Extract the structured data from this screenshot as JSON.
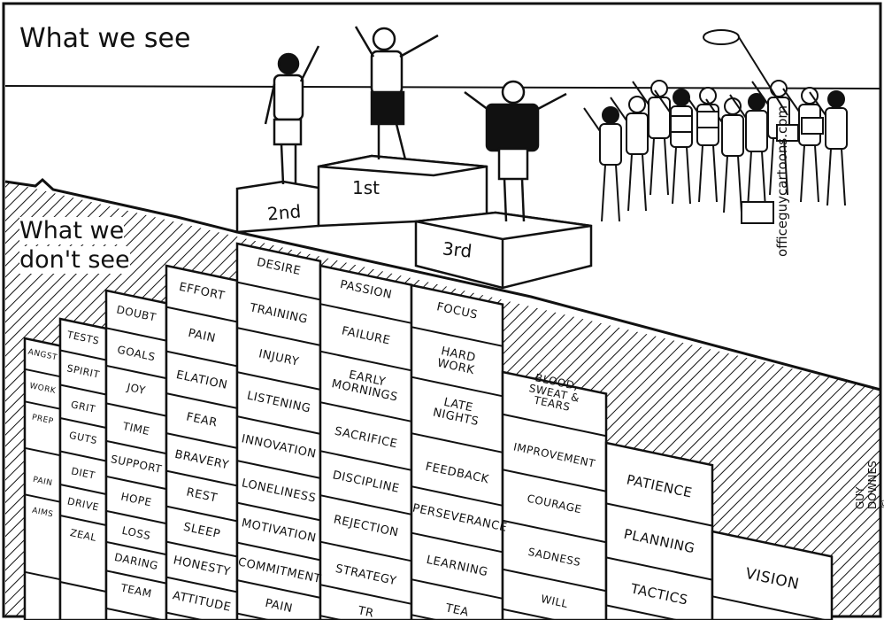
{
  "captions": {
    "top": "What we see",
    "bottom_line1": "What we",
    "bottom_line2": "don't see",
    "place_1": "1st",
    "place_2": "2nd",
    "place_3": "3rd",
    "website": "officeguycartoons.com",
    "signature": "GUY DOWNES ©"
  },
  "columns": [
    {
      "name": "col-a",
      "words": [
        "Angst",
        "Work",
        "Prep",
        "Pain",
        "Aims"
      ]
    },
    {
      "name": "col-b",
      "words": [
        "Tests",
        "Spirit",
        "Grit",
        "Guts",
        "Diet",
        "Drive",
        "Zeal"
      ]
    },
    {
      "name": "col-c",
      "words": [
        "Doubt",
        "Goals",
        "Joy",
        "Time",
        "Support",
        "Hope",
        "Loss",
        "Daring",
        "Team"
      ]
    },
    {
      "name": "col-d",
      "words": [
        "Effort",
        "Pain",
        "Elation",
        "Fear",
        "Bravery",
        "Rest",
        "Sleep",
        "Honesty",
        "Attitude"
      ]
    },
    {
      "name": "col-e",
      "words": [
        "Desire",
        "Training",
        "Injury",
        "Listening",
        "Innovation",
        "Loneliness",
        "Motivation",
        "Commitment",
        "Pain"
      ]
    },
    {
      "name": "col-f",
      "words": [
        "Passion",
        "Failure",
        "Early\nmornings",
        "Sacrifice",
        "Discipline",
        "Rejection",
        "Strategy",
        "Tr"
      ]
    },
    {
      "name": "col-g",
      "words": [
        "Focus",
        "Hard\nwork",
        "Late\nnights",
        "Feedback",
        "Perseverance",
        "Learning",
        "Tea"
      ]
    },
    {
      "name": "col-h",
      "words": [
        "Blood,\nsweat &\ntears",
        "Improvement",
        "Courage",
        "Sadness",
        "Will"
      ]
    },
    {
      "name": "col-i",
      "words": [
        "Patience",
        "Planning",
        "Tactics"
      ]
    },
    {
      "name": "col-j",
      "words": [
        "Vision"
      ]
    }
  ]
}
